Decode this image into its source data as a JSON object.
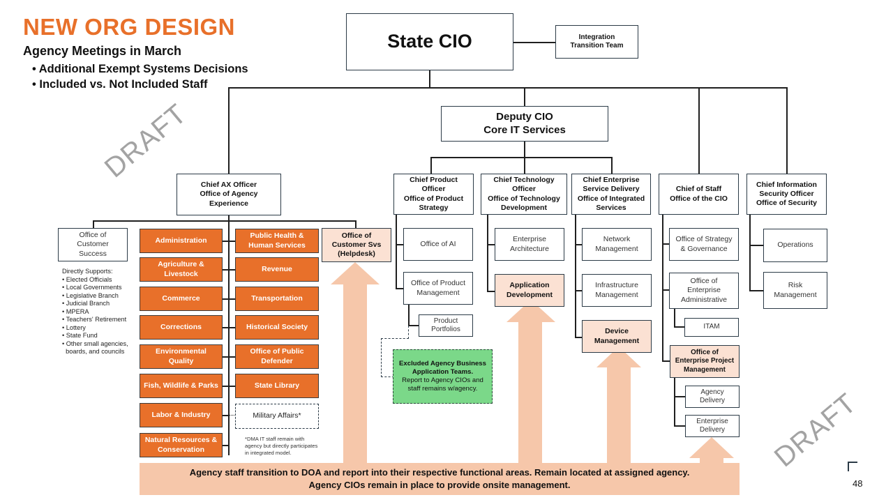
{
  "header": {
    "title": "NEW ORG DESIGN",
    "subtitle": "Agency Meetings in March",
    "bullets": [
      "Additional Exempt Systems Decisions",
      "Included vs. Not Included Staff"
    ]
  },
  "watermark": "DRAFT",
  "colors": {
    "accent_orange": "#e8702a",
    "peach_highlight": "#fbe1d3",
    "arrow_peach": "#f6c7aa",
    "excluded_green": "#7bd889",
    "box_border": "#2b3a46"
  },
  "org": {
    "state_cio": "State CIO",
    "integration_team": "Integration\nTransition Team",
    "deputy_cio": "Deputy CIO\nCore IT Services",
    "chief_ax": "Chief AX Officer\nOffice of Agency\nExperience",
    "office_customer_success": "Office of\nCustomer\nSuccess",
    "directly_supports": {
      "heading": "Directly Supports:",
      "items": [
        "Elected Officials",
        "Local Governments",
        "Legislative Branch",
        "Judicial Branch",
        "MPERA",
        "Teachers' Retirement",
        "Lottery",
        "State Fund",
        "Other small agencies,",
        "boards, and councils"
      ]
    },
    "agencies_left": [
      "Administration",
      "Agriculture &\nLivestock",
      "Commerce",
      "Corrections",
      "Environmental\nQuality",
      "Fish, Wildlife & Parks",
      "Labor & Industry",
      "Natural Resources &\nConservation"
    ],
    "agencies_right": [
      "Public Health &\nHuman Services",
      "Revenue",
      "Transportation",
      "Historical Society",
      "Office of Public\nDefender",
      "State Library"
    ],
    "military_affairs": "Military Affairs*",
    "dma_footnote": "*DMA IT staff remain with\nagency but directly participates\nin integrated model.",
    "customer_svs": "Office of\nCustomer Svs\n(Helpdesk)",
    "chief_product": "Chief Product\nOfficer\nOffice of Product\nStrategy",
    "product_children": [
      "Office of AI",
      "Office of Product\nManagement",
      "Product\nPortfolios"
    ],
    "excluded_teams": {
      "bold": "Excluded Agency Business\nApplication Teams.",
      "text": "Report to Agency CIOs and\nstaff remains w/agency."
    },
    "chief_technology": "Chief Technology\nOfficer\nOffice of Technology\nDevelopment",
    "technology_children": [
      "Enterprise\nArchitecture",
      "Application\nDevelopment"
    ],
    "chief_enterprise": "Chief Enterprise\nService Delivery\nOffice of Integrated\nServices",
    "enterprise_children": [
      "Network\nManagement",
      "Infrastructure\nManagement",
      "Device\nManagement"
    ],
    "chief_of_staff": "Chief of Staff\nOffice of the CIO",
    "staff_children": [
      "Office of Strategy\n& Governance",
      "Office of\nEnterprise\nAdministrative",
      "ITAM",
      "Office of\nEnterprise Project\nManagement",
      "Agency\nDelivery",
      "Enterprise\nDelivery"
    ],
    "ciso": "Chief Information\nSecurity Officer\nOffice of Security",
    "security_children": [
      "Operations",
      "Risk\nManagement"
    ]
  },
  "banner": {
    "line1": "Agency staff transition to DOA and report into their respective functional areas. Remain located at assigned agency.",
    "line2": "Agency CIOs remain in place to provide onsite management."
  },
  "page_number": "48"
}
